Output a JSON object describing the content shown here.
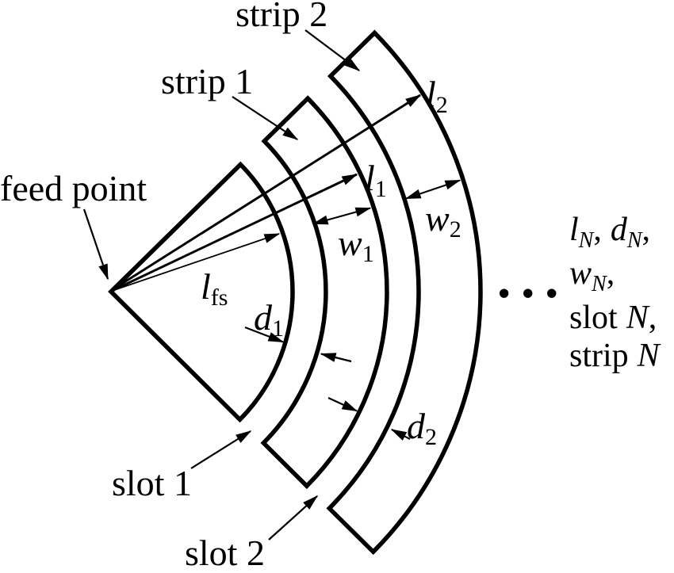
{
  "colors": {
    "ink": "#000000",
    "background": "#ffffff"
  },
  "labels": {
    "feed_point": "feed point",
    "strip1": "strip 1",
    "strip2": "strip 2",
    "slot1": "slot 1",
    "slot2": "slot 2",
    "l_fs": {
      "main": "l",
      "sub": "fs"
    },
    "l1": {
      "main": "l",
      "sub": "1"
    },
    "l2": {
      "main": "l",
      "sub": "2"
    },
    "w1": {
      "main": "w",
      "sub": "1"
    },
    "w2": {
      "main": "w",
      "sub": "2"
    },
    "d1": {
      "main": "d",
      "sub": "1"
    },
    "d2": {
      "main": "d",
      "sub": "2"
    },
    "ellipsis": "●●●"
  },
  "side_note": {
    "l": "l",
    "l_sub": "N",
    "comma1": ",",
    "d": "d",
    "d_sub": "N",
    "comma2": ",",
    "w": "w",
    "w_sub": "N",
    "comma3": ",",
    "slot_word": "slot",
    "slot_n": "N",
    "comma4": ",",
    "strip_word": "strip",
    "strip_n": "N"
  }
}
